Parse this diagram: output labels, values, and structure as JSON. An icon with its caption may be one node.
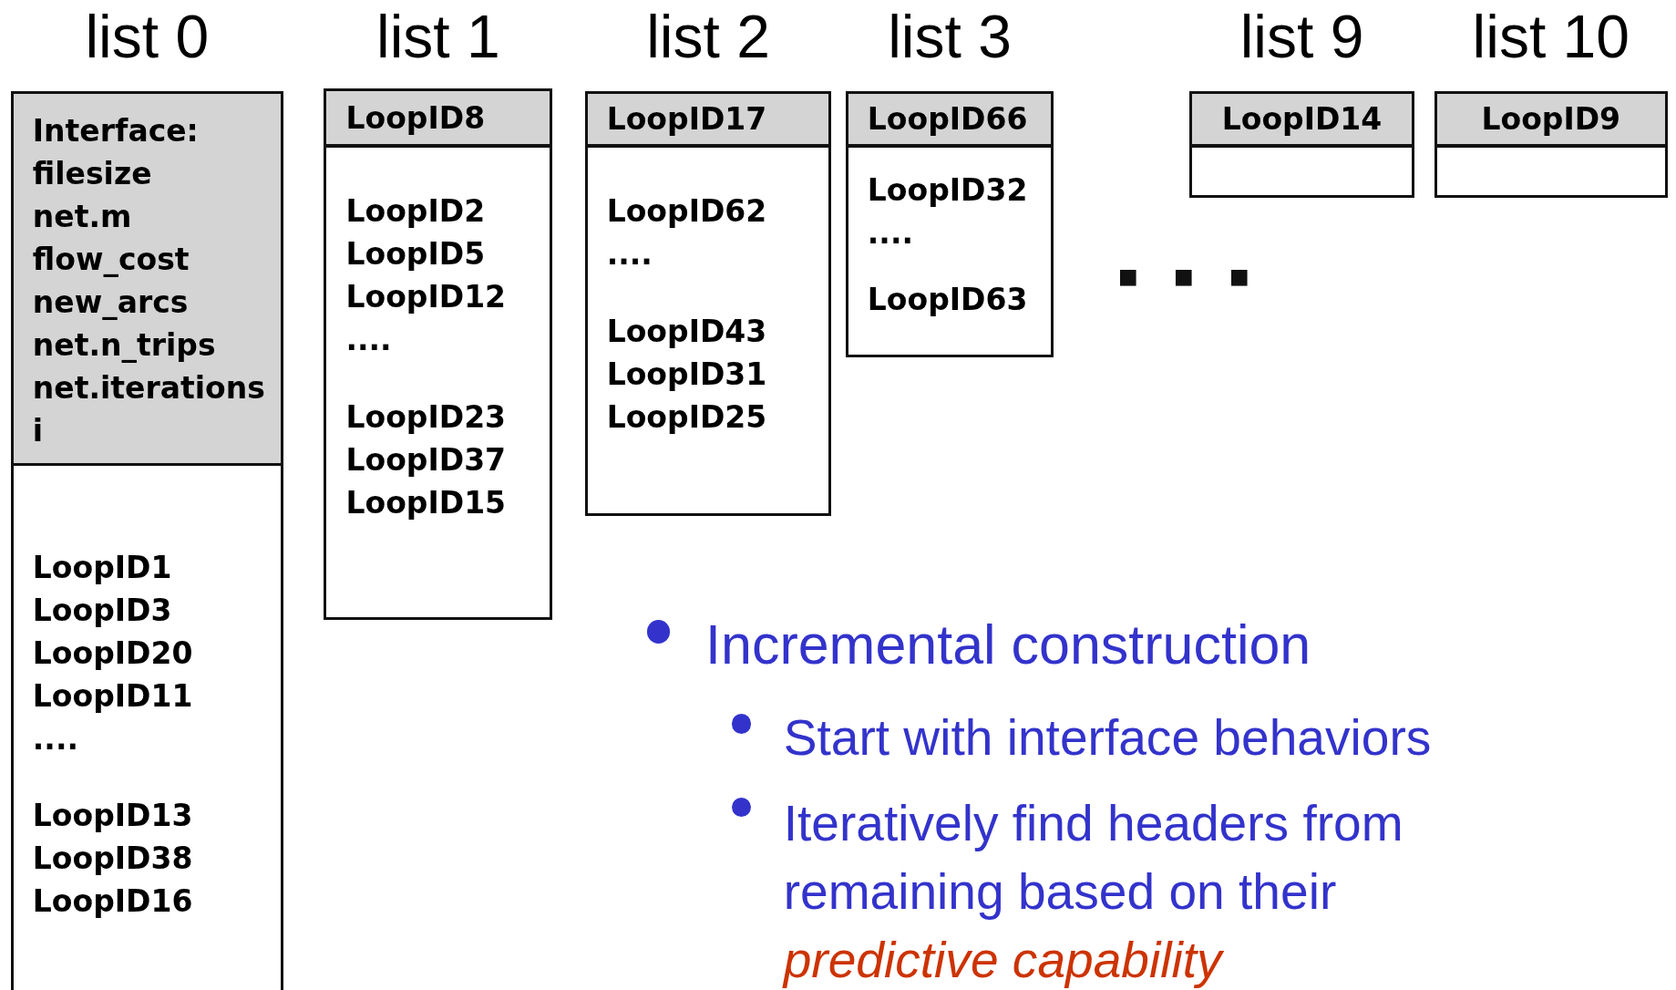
{
  "diagram": {
    "nodes": [
      {
        "text": [
          "list 0"
        ]
      },
      {
        "text": [
          "Interface:",
          "filesize",
          "net.m",
          "flow_cost",
          "new_arcs",
          "net.n_trips",
          "net.iterations",
          "i"
        ],
        "in": 0
      },
      {
        "text": [
          "LoopID1",
          "LoopID3",
          "LoopID20",
          "LoopID11",
          "....",
          "LoopID13",
          "LoopID38",
          "LoopID16"
        ],
        "in": 0
      },
      {
        "text": [
          "list 1"
        ]
      },
      {
        "text": [
          "LoopID8"
        ],
        "in": 3
      },
      {
        "text": [
          "LoopID2",
          "LoopID5",
          "LoopID12",
          "....",
          "LoopID23",
          "LoopID37",
          "LoopID15"
        ],
        "in": 3
      },
      {
        "text": [
          "list 2"
        ]
      },
      {
        "text": [
          "LoopID17"
        ],
        "in": 6
      },
      {
        "text": [
          "LoopID62",
          "....",
          "LoopID43",
          "LoopID31",
          "LoopID25"
        ],
        "in": 6
      },
      {
        "text": [
          "list 3"
        ]
      },
      {
        "text": [
          "LoopID66"
        ],
        "in": 9
      },
      {
        "text": [
          "LoopID32",
          "....",
          "LoopID63"
        ],
        "in": 9
      },
      {
        "text": [
          "list 9"
        ]
      },
      {
        "text": [
          "LoopID14"
        ],
        "in": 12
      },
      {
        "text": [],
        "shape": "box",
        "in": 12
      },
      {
        "text": [
          "list 10"
        ]
      },
      {
        "text": [
          "LoopID9"
        ],
        "in": 15
      },
      {
        "text": [],
        "shape": "box",
        "in": 15
      }
    ],
    "labels": [
      "Incremental construction",
      "Start with interface behaviors",
      "Iteratively find headers from remaining based on their *predictive capability*"
    ]
  }
}
